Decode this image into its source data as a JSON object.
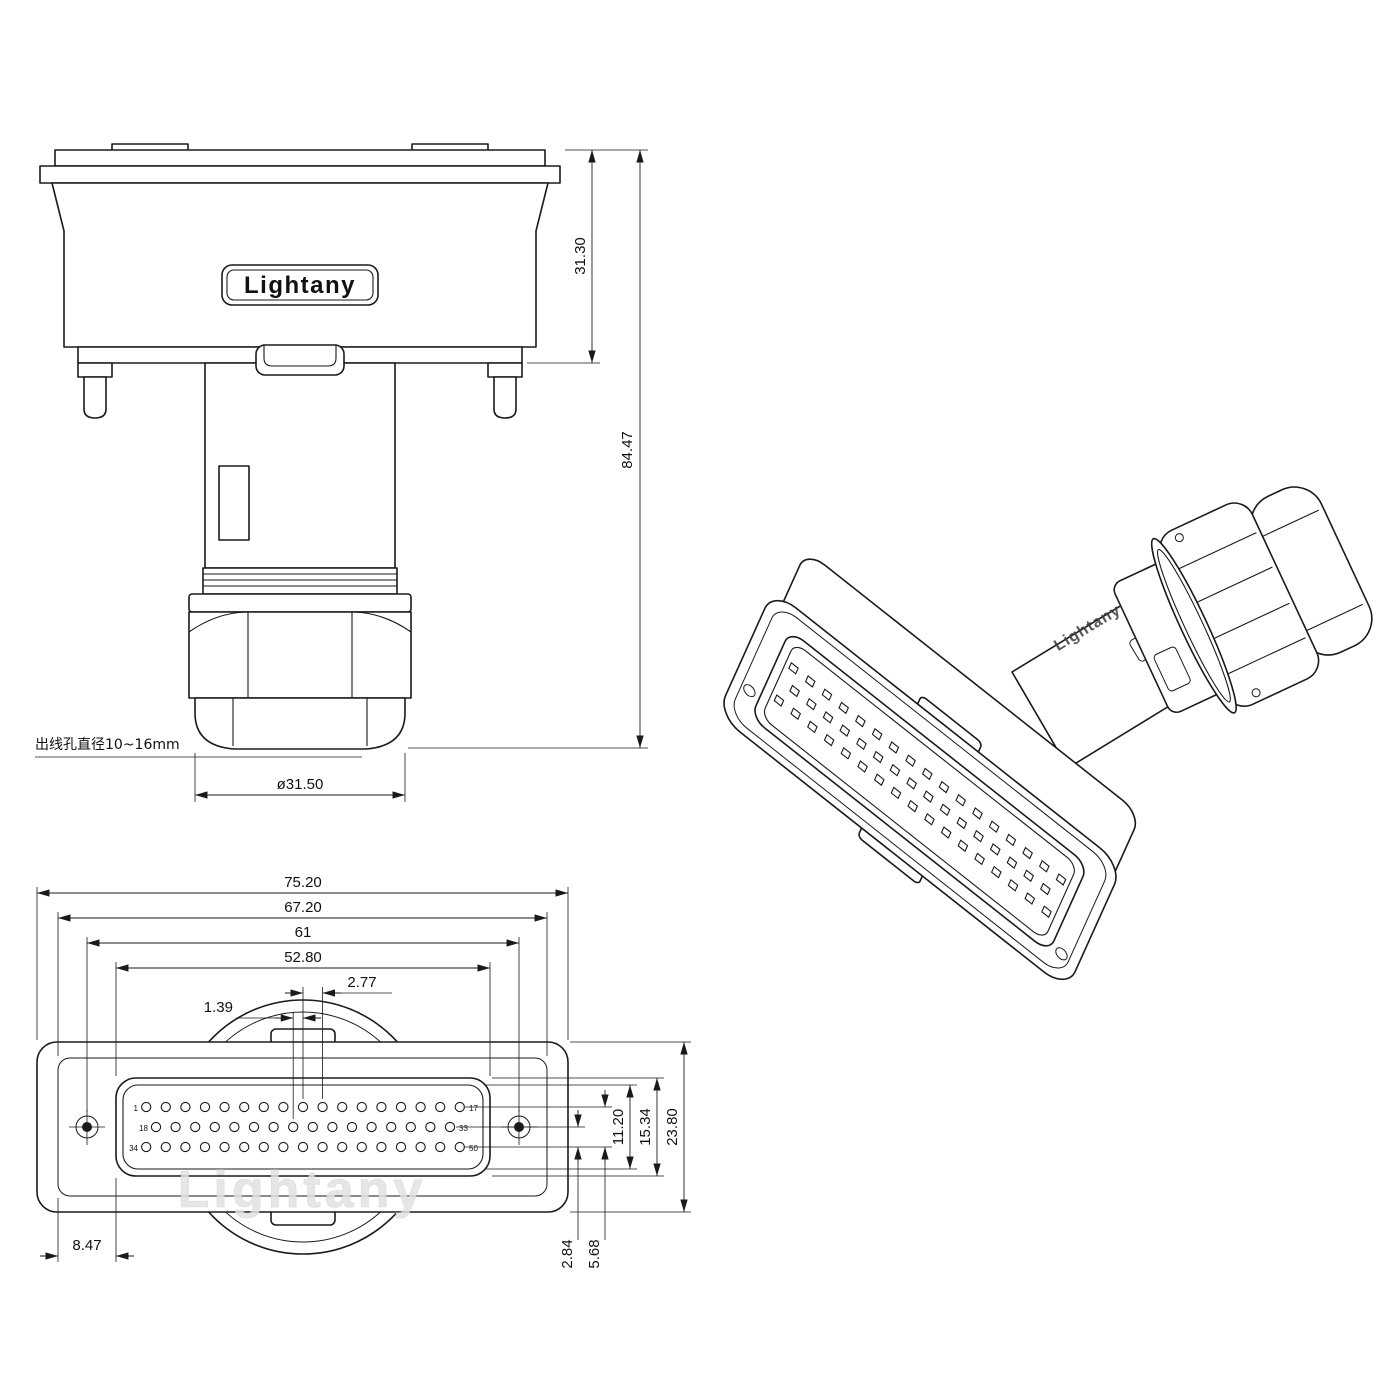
{
  "brand": {
    "name": "Lightany"
  },
  "side_view": {
    "dim_top_height": "31.30",
    "dim_total_height": "84.47",
    "dim_dome_diameter": "ø31.50",
    "note_outlet": "出线孔直径10~16mm"
  },
  "front_view": {
    "dim_overall_width": "75.20",
    "dim_shell_width": "67.20",
    "dim_mount_hole_spacing": "61",
    "dim_insert_width": "52.80",
    "dim_pin_pitch": "2.77",
    "dim_row_offset": "1.39",
    "dim_edge_to_hole": "8.47",
    "dim_row_gap": "2.84",
    "dim_row_span": "5.68",
    "dim_insert_inner_height": "11.20",
    "dim_insert_height": "15.34",
    "dim_face_height": "23.80",
    "pin_rows": [
      17,
      16,
      17
    ],
    "pin_labels": {
      "p1": "1",
      "p17": "17",
      "p18": "18",
      "p33": "33",
      "p34": "34",
      "p50": "50"
    },
    "watermark": "Lightany"
  },
  "iso_view": {
    "brand": "Lightany"
  }
}
